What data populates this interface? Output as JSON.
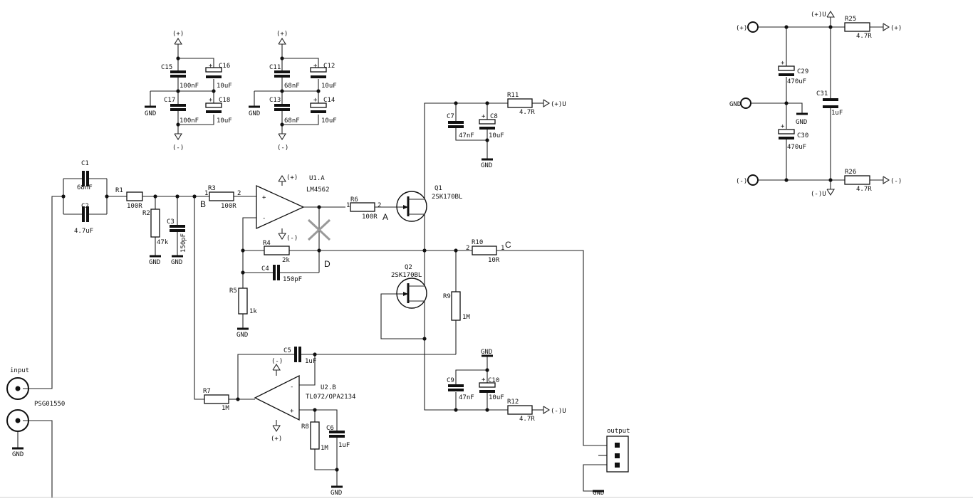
{
  "rails": {
    "plus": "(+)",
    "minus": "(-)",
    "gnd": "GND",
    "plus_u": "(+)U",
    "minus_u": "(-)U"
  },
  "components": {
    "C1": {
      "ref": "C1",
      "value": "68nF"
    },
    "C2": {
      "ref": "C2",
      "value": "4.7uF"
    },
    "R1": {
      "ref": "R1",
      "value": "100R"
    },
    "R2": {
      "ref": "R2",
      "value": "47k"
    },
    "C3": {
      "ref": "C3",
      "value": "150pF"
    },
    "R3": {
      "ref": "R3",
      "value": "100R"
    },
    "U1A": {
      "ref": "U1.A",
      "value": "LM4562"
    },
    "R4": {
      "ref": "R4",
      "value": "2k"
    },
    "C4": {
      "ref": "C4",
      "value": "150pF"
    },
    "R5": {
      "ref": "R5",
      "value": "1k"
    },
    "R6": {
      "ref": "R6",
      "value": "100R"
    },
    "Q1": {
      "ref": "Q1",
      "value": "2SK170BL"
    },
    "Q2": {
      "ref": "Q2",
      "value": "2SK170BL"
    },
    "R7": {
      "ref": "R7",
      "value": "1M"
    },
    "C5": {
      "ref": "C5",
      "value": "1uF"
    },
    "U2B": {
      "ref": "U2.B",
      "value": "TL072/OPA2134"
    },
    "R8": {
      "ref": "R8",
      "value": "1M"
    },
    "C6": {
      "ref": "C6",
      "value": "1uF"
    },
    "R9": {
      "ref": "R9",
      "value": "1M"
    },
    "R10": {
      "ref": "R10",
      "value": "10R"
    },
    "R11": {
      "ref": "R11",
      "value": "4.7R"
    },
    "R12": {
      "ref": "R12",
      "value": "4.7R"
    },
    "C7": {
      "ref": "C7",
      "value": "47nF"
    },
    "C8": {
      "ref": "C8",
      "value": "10uF"
    },
    "C9": {
      "ref": "C9",
      "value": "47nF"
    },
    "C10": {
      "ref": "C10",
      "value": "10uF"
    },
    "C11": {
      "ref": "C11",
      "value": "68nF"
    },
    "C12": {
      "ref": "C12",
      "value": "10uF"
    },
    "C13": {
      "ref": "C13",
      "value": "68nF"
    },
    "C14": {
      "ref": "C14",
      "value": "10uF"
    },
    "C15": {
      "ref": "C15",
      "value": "100nF"
    },
    "C16": {
      "ref": "C16",
      "value": "10uF"
    },
    "C17": {
      "ref": "C17",
      "value": "100nF"
    },
    "C18": {
      "ref": "C18",
      "value": "10uF"
    },
    "C29": {
      "ref": "C29",
      "value": "470uF"
    },
    "C30": {
      "ref": "C30",
      "value": "470uF"
    },
    "C31": {
      "ref": "C31",
      "value": "1uF"
    },
    "R25": {
      "ref": "R25",
      "value": "4.7R"
    },
    "R26": {
      "ref": "R26",
      "value": "4.7R"
    }
  },
  "nodes": {
    "A": "A",
    "B": "B",
    "C": "C",
    "D": "D"
  },
  "pins": {
    "one": "1",
    "two": "2",
    "plus": "+",
    "minus": "-"
  },
  "connectors": {
    "input": "input",
    "part": "PSG01550",
    "output": "output"
  }
}
